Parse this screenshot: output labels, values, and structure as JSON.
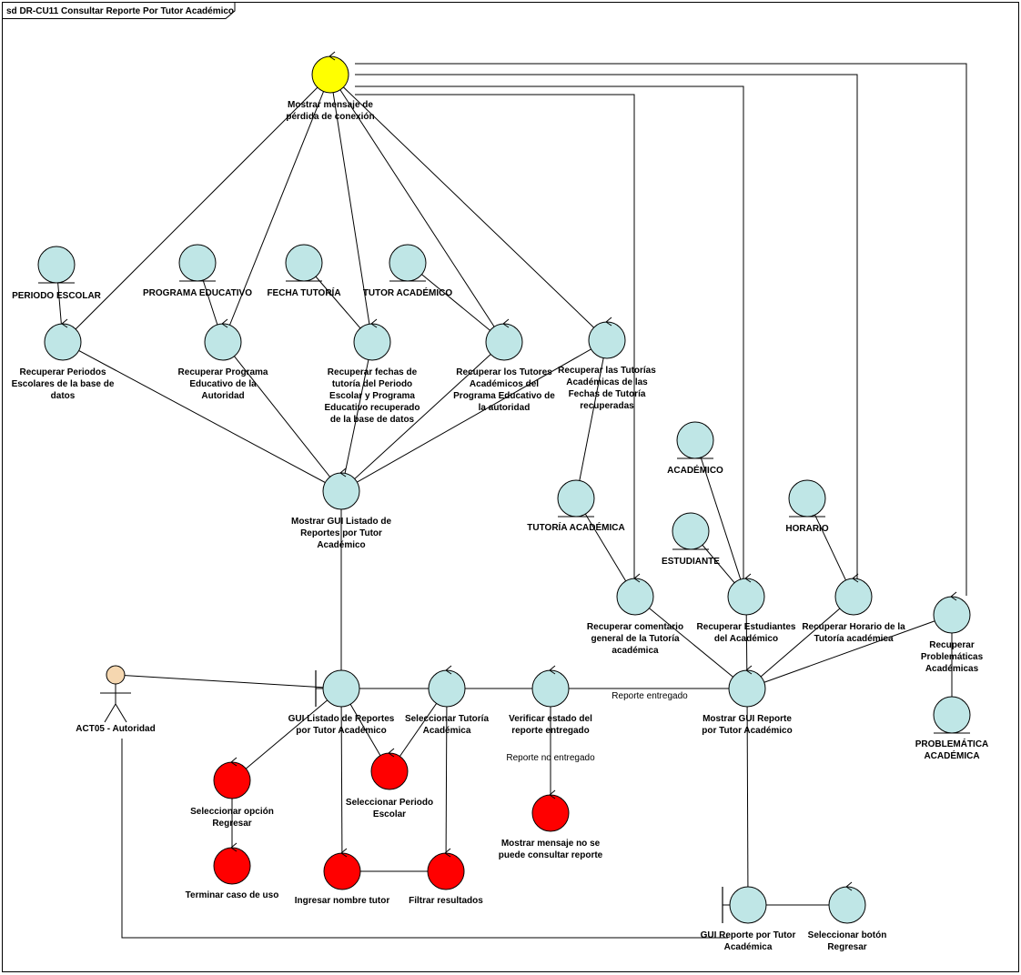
{
  "frame": {
    "title": "sd DR-CU11 Consultar Reporte Por Tutor Académico"
  },
  "colors": {
    "control": "#bfe6e6",
    "error": "#ff0000",
    "warning": "#ffff00",
    "actor": "#f5d7b0",
    "stroke": "#000000"
  },
  "actor": {
    "id": "actor",
    "label": [
      "ACT05 - Autoridad"
    ]
  },
  "nodes": [
    {
      "id": "n_msg_conn",
      "kind": "control",
      "color": "warning",
      "label": [
        "Mostrar mensaje de",
        "pérdida de conexión"
      ]
    },
    {
      "id": "e_periodo",
      "kind": "entity",
      "label": [
        "PERIODO ESCOLAR"
      ]
    },
    {
      "id": "e_programa",
      "kind": "entity",
      "label": [
        "PROGRAMA EDUCATIVO"
      ]
    },
    {
      "id": "e_fecha",
      "kind": "entity",
      "label": [
        "FECHA TUTORÍA"
      ]
    },
    {
      "id": "e_tutor",
      "kind": "entity",
      "label": [
        "TUTOR ACADÉMICO"
      ]
    },
    {
      "id": "c_rec_periodos",
      "kind": "control",
      "label": [
        "Recuperar Periodos",
        "Escolares de la base de",
        "datos"
      ]
    },
    {
      "id": "c_rec_programa",
      "kind": "control",
      "label": [
        "Recuperar Programa",
        "Educativo de la",
        "Autoridad"
      ]
    },
    {
      "id": "c_rec_fechas",
      "kind": "control",
      "label": [
        "Recuperar fechas de",
        "tutoría del Periodo",
        "Escolar y Programa",
        "Educativo recuperado",
        "de la base de datos"
      ]
    },
    {
      "id": "c_rec_tutores",
      "kind": "control",
      "label": [
        "Recuperar los Tutores",
        "Académicos del",
        "Programa Educativo de",
        "la autoridad"
      ]
    },
    {
      "id": "c_rec_tutorias",
      "kind": "control",
      "label": [
        "Recuperar las Tutorías",
        "Académicas de las",
        "Fechas de Tutoría",
        "recuperadas"
      ]
    },
    {
      "id": "c_gui_listado_show",
      "kind": "control",
      "label": [
        "Mostrar GUI Listado de",
        "Reportes por Tutor",
        "Académico"
      ]
    },
    {
      "id": "e_academico",
      "kind": "entity",
      "label": [
        "ACADÉMICO"
      ]
    },
    {
      "id": "e_tutoria",
      "kind": "entity",
      "label": [
        "TUTORÍA ACADÉMICA"
      ]
    },
    {
      "id": "e_estudiante",
      "kind": "entity",
      "label": [
        "ESTUDIANTE"
      ]
    },
    {
      "id": "e_horario",
      "kind": "entity",
      "label": [
        "HORARIO"
      ]
    },
    {
      "id": "c_rec_comentario",
      "kind": "control",
      "label": [
        "Recuperar comentario",
        "general de la Tutoría",
        "académica"
      ]
    },
    {
      "id": "c_rec_estudiantes",
      "kind": "control",
      "label": [
        "Recuperar Estudiantes",
        "del Académico"
      ]
    },
    {
      "id": "c_rec_horario",
      "kind": "control",
      "label": [
        "Recuperar Horario de la",
        "Tutoría académica"
      ]
    },
    {
      "id": "c_rec_problematicas",
      "kind": "control",
      "label": [
        "Recuperar",
        "Problemáticas",
        "Académicas"
      ]
    },
    {
      "id": "e_problematica",
      "kind": "entity",
      "label": [
        "PROBLEMÁTICA",
        "ACADÉMICA"
      ]
    },
    {
      "id": "b_gui_listado",
      "kind": "boundary",
      "label": [
        "GUI Listado de Reportes",
        "por Tutor Académico"
      ]
    },
    {
      "id": "c_sel_tutoria",
      "kind": "control",
      "label": [
        "Seleccionar Tutoría",
        "Académica"
      ]
    },
    {
      "id": "c_verificar",
      "kind": "control",
      "label": [
        "Verificar estado del",
        "reporte entregado"
      ]
    },
    {
      "id": "c_gui_reporte_show",
      "kind": "control",
      "label": [
        "Mostrar GUI Reporte",
        "por Tutor Académico"
      ]
    },
    {
      "id": "c_sel_regresar",
      "kind": "control",
      "color": "error",
      "label": [
        "Seleccionar opción",
        "Regresar"
      ]
    },
    {
      "id": "c_sel_periodo",
      "kind": "control",
      "color": "error",
      "label": [
        "Seleccionar Periodo",
        "Escolar"
      ]
    },
    {
      "id": "c_msg_no_consulta",
      "kind": "control",
      "color": "error",
      "label": [
        "Mostrar mensaje no se",
        "puede consultar reporte"
      ]
    },
    {
      "id": "c_terminar",
      "kind": "control",
      "color": "error",
      "label": [
        "Terminar caso de uso"
      ]
    },
    {
      "id": "c_ingresar_nombre",
      "kind": "control",
      "color": "error",
      "label": [
        "Ingresar nombre tutor"
      ]
    },
    {
      "id": "c_filtrar",
      "kind": "control",
      "color": "error",
      "label": [
        "Filtrar resultados"
      ]
    },
    {
      "id": "b_gui_reporte",
      "kind": "boundary",
      "label": [
        "GUI Reporte por Tutor",
        "Académica"
      ]
    },
    {
      "id": "c_sel_boton_regresar",
      "kind": "control",
      "label": [
        "Seleccionar botón",
        "Regresar"
      ]
    }
  ],
  "edge_labels": {
    "reporte_entregado": "Reporte entregado",
    "reporte_no_entregado": "Reporte no entregado"
  }
}
